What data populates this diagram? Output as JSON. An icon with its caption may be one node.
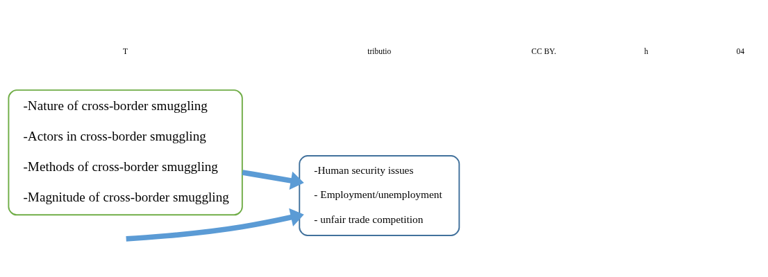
{
  "diagram": {
    "nodes": [
      {
        "text": [
          "-Nature of cross-border smuggling",
          "-Actors in cross-border smuggling",
          "-Methods of cross-border smuggling",
          "-Magnitude of cross-border smuggling"
        ]
      },
      {
        "text": [
          "-Human security issues",
          "- Employment/unemployment",
          "- unfair trade competition"
        ]
      }
    ],
    "edges": [
      {
        "from": 0,
        "to": 1,
        "arrow": "to"
      },
      {
        "from": null,
        "to": 1,
        "arrow": "to"
      }
    ],
    "labels": [
      "T",
      "tributio",
      "CC BY.",
      "h",
      "04"
    ]
  }
}
